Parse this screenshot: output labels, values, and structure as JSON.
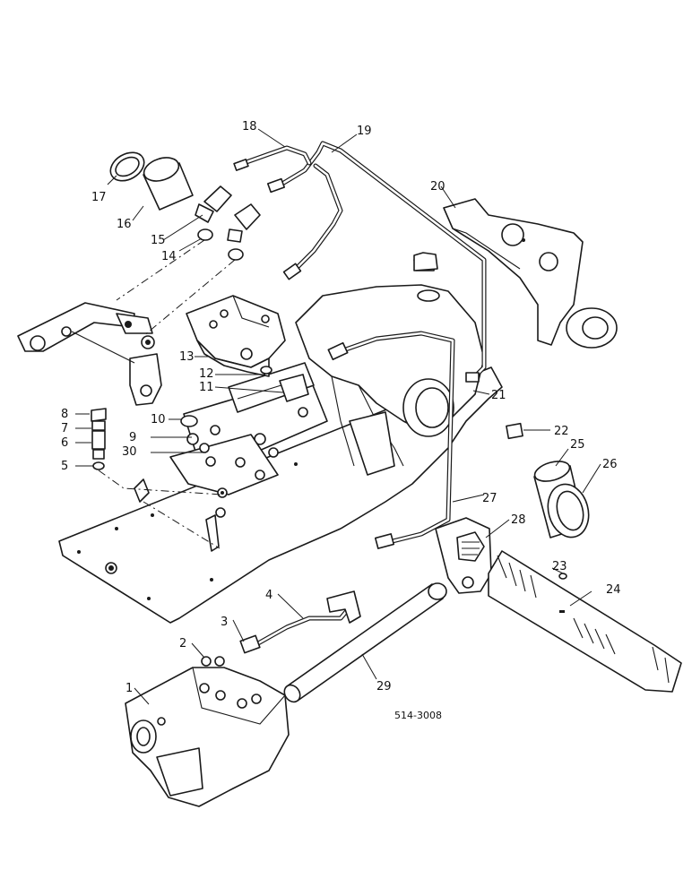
{
  "diagram": {
    "drawing_code": "514-3008",
    "callouts": [
      "1",
      "2",
      "3",
      "4",
      "5",
      "6",
      "7",
      "8",
      "9",
      "10",
      "11",
      "12",
      "13",
      "14",
      "15",
      "16",
      "17",
      "18",
      "19",
      "20",
      "21",
      "22",
      "23",
      "24",
      "25",
      "26",
      "27",
      "28",
      "29",
      "30"
    ]
  }
}
